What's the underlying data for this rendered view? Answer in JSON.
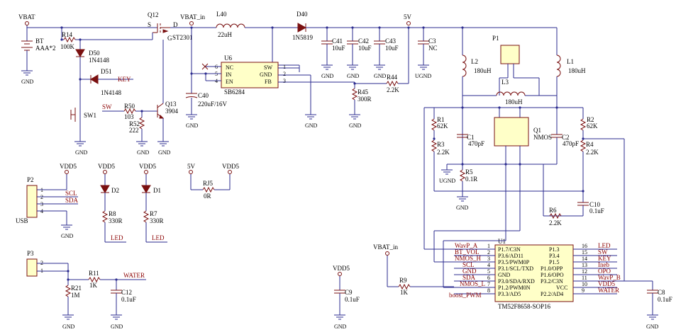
{
  "power": {
    "vbat": "VBAT",
    "vbat_in": "VBAT_in",
    "v5": "5V",
    "vdd5": "VDD5",
    "gnd": "GND",
    "ugnd": "UGND"
  },
  "parts": {
    "bt": {
      "ref": "BT",
      "value": "AAA*2"
    },
    "r14": {
      "ref": "R14",
      "value": "100K"
    },
    "d50": {
      "ref": "D50",
      "value": "1N4148"
    },
    "d51": {
      "ref": "D51",
      "value": "1N4148"
    },
    "q12": {
      "ref": "Q12",
      "value": "ST2301",
      "s": "S",
      "d": "D",
      "g": "G"
    },
    "l40": {
      "ref": "L40",
      "value": "22uH"
    },
    "d40": {
      "ref": "D40",
      "value": "1N5819"
    },
    "c41": {
      "ref": "C41",
      "value": "10uF"
    },
    "c42": {
      "ref": "C42",
      "value": "10uF"
    },
    "c43": {
      "ref": "C43",
      "value": "10uF"
    },
    "c3": {
      "ref": "C3",
      "value": "NC"
    },
    "u6": {
      "ref": "U6",
      "value": "SB6284",
      "pins": [
        "NC",
        "IN",
        "EN",
        "SW",
        "GND",
        "FB"
      ],
      "nums": [
        "6",
        "5",
        "4",
        "1",
        "2",
        "3"
      ]
    },
    "c40": {
      "ref": "C40",
      "value": "220uF/16V"
    },
    "r44": {
      "ref": "R44",
      "value": "2.2K"
    },
    "r45": {
      "ref": "R45",
      "value": "300R"
    },
    "sw1": {
      "ref": "SW1"
    },
    "r50": {
      "ref": "R50",
      "value": "103"
    },
    "r52": {
      "ref": "R52",
      "value": "222"
    },
    "q13": {
      "ref": "Q13",
      "value": "3904"
    },
    "key": "KEY",
    "sw": "SW",
    "p1": {
      "ref": "P1"
    },
    "l2": {
      "ref": "L2",
      "value": "180uH"
    },
    "l1": {
      "ref": "L1",
      "value": "180uH"
    },
    "l3": {
      "ref": "L3",
      "value": "180uH"
    },
    "r1": {
      "ref": "R1",
      "value": "62K"
    },
    "r2": {
      "ref": "R2",
      "value": "62K"
    },
    "r3": {
      "ref": "R3",
      "value": "2.2K"
    },
    "r4": {
      "ref": "R4",
      "value": "2.2K"
    },
    "c1": {
      "ref": "C1",
      "value": "470pF"
    },
    "c2": {
      "ref": "C2",
      "value": "470pF"
    },
    "q1": {
      "ref": "Q1",
      "value": "NMOS"
    },
    "r5": {
      "ref": "R5",
      "value": "0.1R"
    },
    "c10": {
      "ref": "C10",
      "value": "0.1uF"
    },
    "r6": {
      "ref": "R6",
      "value": "2.2K"
    },
    "p2": {
      "ref": "P2",
      "pins": [
        "1",
        "2",
        "3",
        "4"
      ],
      "nets": [
        "SCL",
        "SDA"
      ],
      "label": "USB"
    },
    "d2": {
      "ref": "D2"
    },
    "d1": {
      "ref": "D1"
    },
    "r8": {
      "ref": "R8",
      "value": "330R"
    },
    "r7": {
      "ref": "R7",
      "value": "330R"
    },
    "led": "LED",
    "rj5": {
      "ref": "RJ5",
      "value": "0R"
    },
    "p3": {
      "ref": "P3",
      "pins": [
        "2",
        "1"
      ]
    },
    "r11": {
      "ref": "R11",
      "value": "1K"
    },
    "water": "WATER",
    "r21": {
      "ref": "R21",
      "value": "1M"
    },
    "c12": {
      "ref": "C12",
      "value": "0.1uF"
    },
    "c9": {
      "ref": "C9",
      "value": "0.1uF"
    },
    "r9": {
      "ref": "R9",
      "value": "1K"
    },
    "c8": {
      "ref": "C8",
      "value": "0.1uF"
    }
  },
  "mcu": {
    "ref": "U1",
    "part": "TM52F8658-SOP16",
    "left": [
      {
        "net": "WavP_A",
        "pin": "P1.7/C3N",
        "num": "1"
      },
      {
        "net": "BT_VOL",
        "pin": "P3.6/AD11",
        "num": "2"
      },
      {
        "net": "NMOS_H",
        "pin": "P3.5/PWM0P",
        "num": "3"
      },
      {
        "net": "SCL",
        "pin": "P3.1/SCL/TXD",
        "num": "4"
      },
      {
        "net": "GND",
        "pin": "GND",
        "num": "5"
      },
      {
        "net": "SDA",
        "pin": "P3.0/SDA/RXD",
        "num": "6"
      },
      {
        "net": "NMOS_L",
        "pin": "P1.2/PWM0N",
        "num": "7"
      },
      {
        "net": "boost_PWM",
        "pin": "P3.3/AD5",
        "num": "8"
      }
    ],
    "right": [
      {
        "pin": "P1.3",
        "num": "16",
        "net": "LED"
      },
      {
        "pin": "P3.4",
        "num": "15",
        "net": "SW"
      },
      {
        "pin": "P1.5",
        "num": "14",
        "net": "KEY"
      },
      {
        "pin": "P1.0/OPP",
        "num": "13",
        "net": "Ineb"
      },
      {
        "pin": "P1.6/OPO",
        "num": "12",
        "net": "OPO"
      },
      {
        "pin": "P3.2/C3N",
        "num": "11",
        "net": "WavP_B"
      },
      {
        "pin": "VCC",
        "num": "10",
        "net": "VDD5"
      },
      {
        "pin": "P2.2/AD4",
        "num": "9",
        "net": "WATER"
      }
    ]
  },
  "colors": {
    "wire": "#2b2b8f",
    "component": "#7a1010",
    "ic_fill": "#ffffc8",
    "no_connect": "#cc0000"
  }
}
